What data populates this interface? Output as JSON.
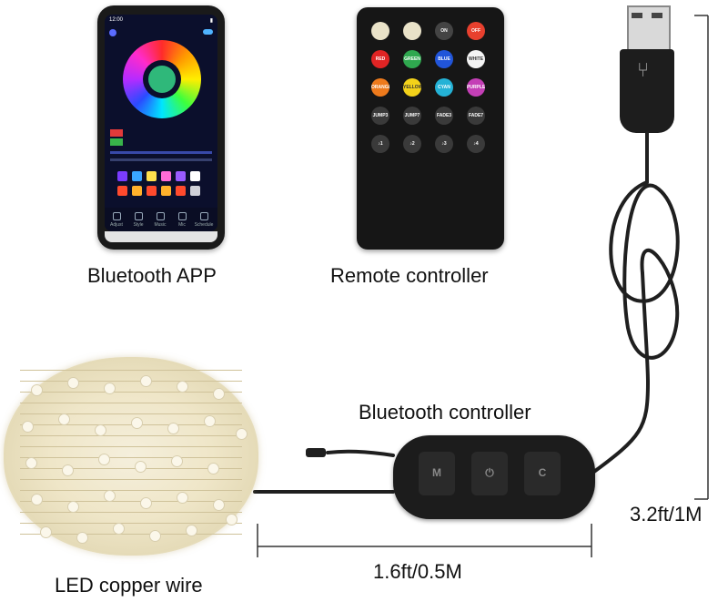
{
  "labels": {
    "bluetooth_app": "Bluetooth APP",
    "remote_controller": "Remote controller",
    "bluetooth_controller": "Bluetooth controller",
    "led_copper_wire": "LED copper wire",
    "length_wire": "1.6ft/0.5M",
    "length_usb": "3.2ft/1M"
  },
  "phone": {
    "time": "12:00",
    "tabs": [
      "Adjust",
      "Style",
      "Music",
      "Mic",
      "Schedule"
    ]
  },
  "remote": {
    "buttons": [
      [
        "",
        "",
        "ON",
        "OFF"
      ],
      [
        "RED",
        "GREEN",
        "BLUE",
        "WHITE"
      ],
      [
        "ORANGE",
        "YELLOW",
        "CYAN",
        "PURPLE"
      ],
      [
        "JUMP3",
        "JUMP7",
        "FADE3",
        "FADE7"
      ],
      [
        "♪1",
        "♪2",
        "♪3",
        "♪4"
      ]
    ],
    "colors": [
      [
        "#e9e2c8",
        "#e9e2c8",
        "#444444",
        "#e8402e"
      ],
      [
        "#e02424",
        "#2fa84f",
        "#2155d9",
        "#f4f4f4"
      ],
      [
        "#ee7a1c",
        "#f3d21a",
        "#24b2d6",
        "#c43fb6"
      ],
      [
        "#3a3a3a",
        "#3a3a3a",
        "#3a3a3a",
        "#3a3a3a"
      ],
      [
        "#3a3a3a",
        "#3a3a3a",
        "#3a3a3a",
        "#3a3a3a"
      ]
    ]
  },
  "controller": {
    "buttons": [
      "M",
      "⏻",
      "C"
    ]
  }
}
